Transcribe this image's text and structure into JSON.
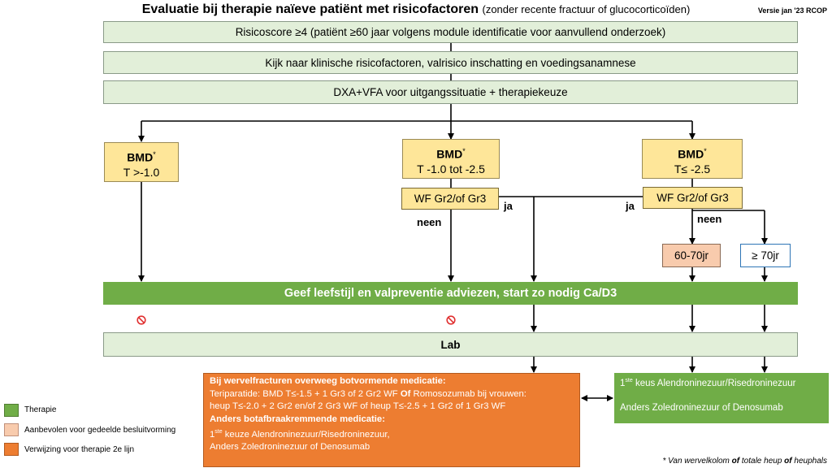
{
  "title": {
    "main": "Evaluatie bij therapie naïeve patiënt met risicofactoren",
    "sub": "(zonder recente fractuur of glucocorticoïden)"
  },
  "version": "Versie jan '23 RCOP",
  "steps": {
    "step1": "Risicoscore ≥4 (patiënt ≥60 jaar volgens module identificatie voor aanvullend onderzoek)",
    "step2": "Kijk naar klinische risicofactoren, valrisico inschatting en voedingsanamnese",
    "step3": "DXA+VFA voor uitgangssituatie + therapiekeuze"
  },
  "bmd": {
    "label": "BMD",
    "mark": "*",
    "left": "T >-1.0",
    "mid": "T -1.0 tot -2.5",
    "right": "T≤ -2.5"
  },
  "wf": {
    "mid": "WF Gr2/of Gr3",
    "right": "WF Gr2/of Gr3"
  },
  "labels": {
    "ja_mid": "ja",
    "neen_mid": "neen",
    "ja_right": "ja",
    "neen_right": "neen"
  },
  "age": {
    "a": "60-70jr",
    "b": "≥ 70jr"
  },
  "advice_bar": "Geef leefstijl en valpreventie adviezen, start zo nodig Ca/D3",
  "lab_bar": "Lab",
  "orange_box": {
    "h1": "Bij wervelfracturen overweeg botvormende medicatie:",
    "l1a": "Teriparatide: BMD T≤-1.5 + 1 Gr3 of 2 Gr2 WF ",
    "l1b": "Of",
    "l1c": " Romosozumab bij vrouwen:",
    "l2": "heup T≤-2.0 + 2 Gr2 en/of 2 Gr3 WF of heup T≤-2.5 + 1 Gr2 of 1 Gr3 WF",
    "h2": "Anders botafbraakremmende medicatie:",
    "l3a": "1",
    "l3sup": "ste",
    "l3b": " keuze Alendroninezuur/Risedroninezuur,",
    "l4": "Anders Zoledroninezuur of Denosumab"
  },
  "green_box": {
    "l1a": "1",
    "l1sup": "ste",
    "l1b": " keus Alendroninezuur/Risedroninezuur",
    "l2": "Anders Zoledroninezuur of Denosumab"
  },
  "legend": [
    {
      "label": "Therapie",
      "color": "#70ad47"
    },
    {
      "label": "Aanbevolen voor gedeelde besluitvorming",
      "color": "#f8cbad"
    },
    {
      "label": "Verwijzing voor therapie 2e lijn",
      "color": "#ed7d31"
    }
  ],
  "footnote": {
    "a": "* Van wervelkolom ",
    "b": "of",
    "c": " totale heup ",
    "d": "of",
    "e": " heuphals"
  },
  "icons": {
    "prohibited": "no-entry-icon",
    "prohibited_color": "#e03030"
  },
  "colors": {
    "pale_green": "#e2efd9",
    "yellow": "#fee699",
    "green": "#70ad47",
    "orange": "#ed7d31",
    "salmon": "#f8cbad"
  }
}
